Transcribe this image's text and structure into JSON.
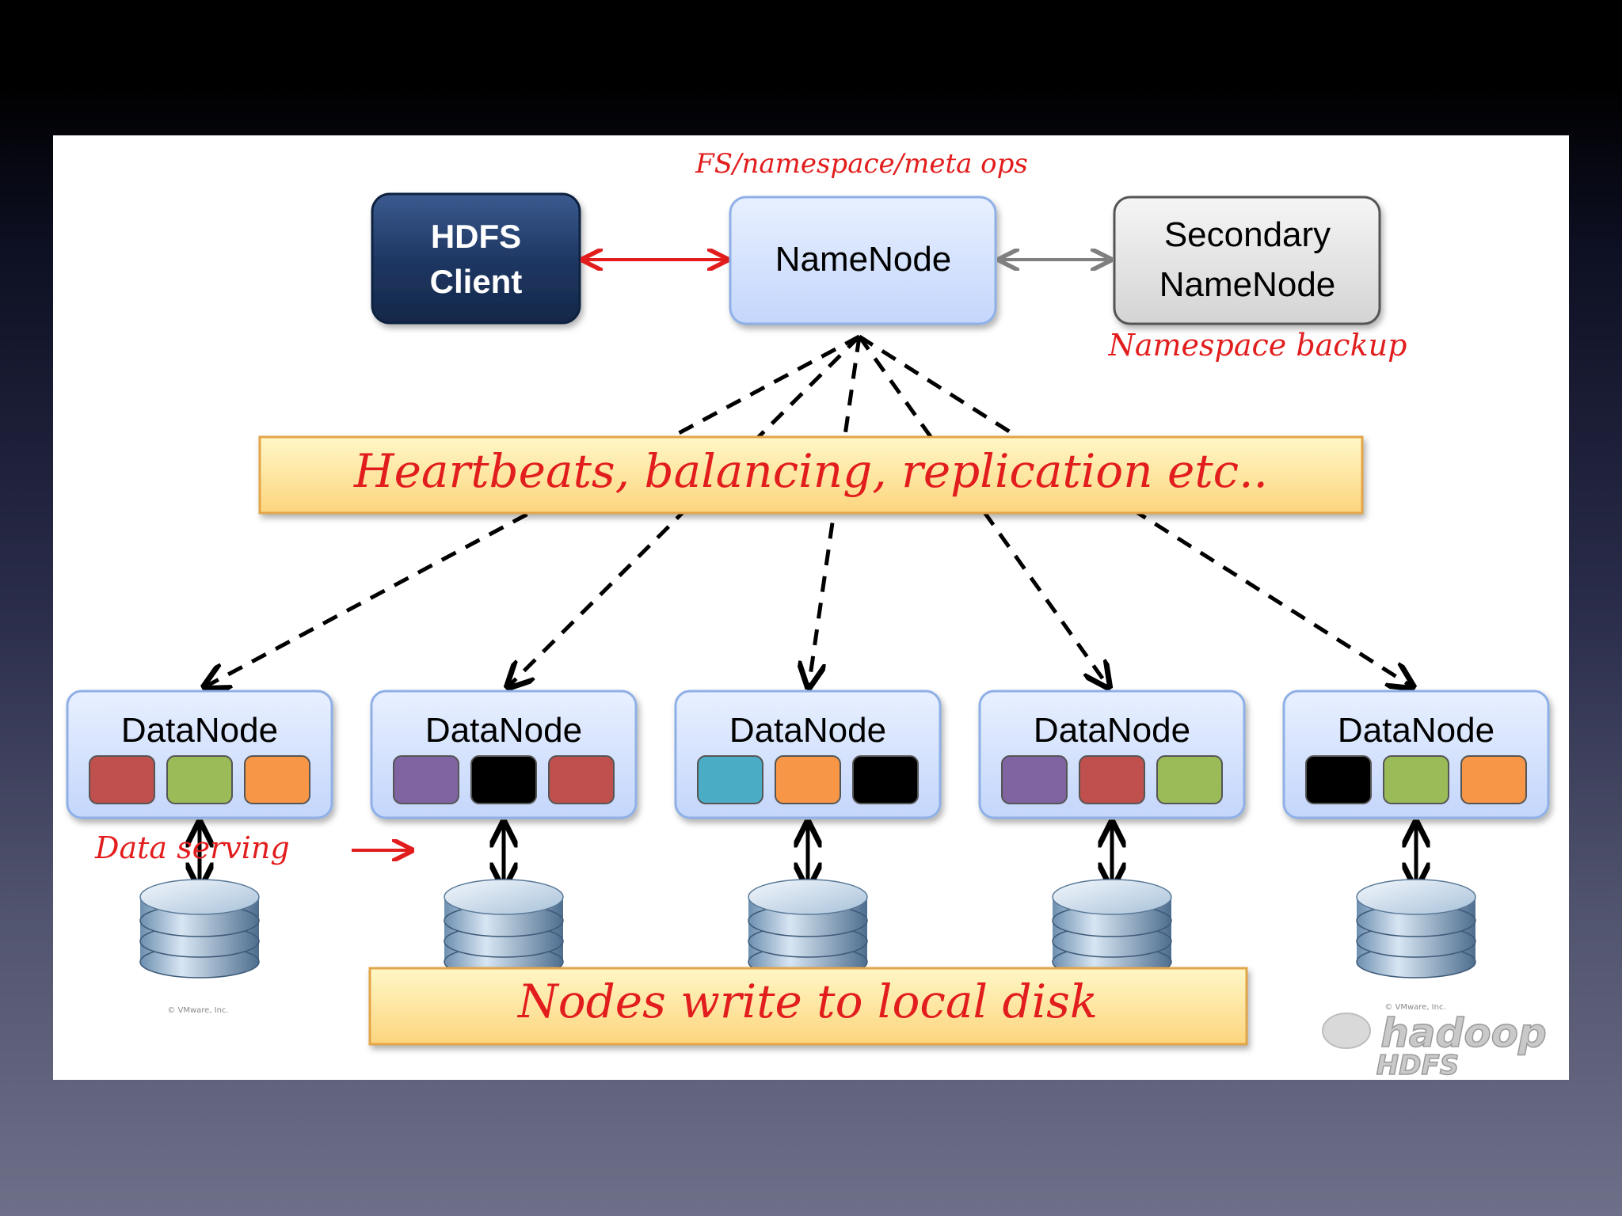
{
  "client": {
    "line1": "HDFS",
    "line2": "Client"
  },
  "namenode": {
    "label": "NameNode"
  },
  "secondary": {
    "line1": "Secondary",
    "line2": "NameNode"
  },
  "annotations": {
    "meta_ops": "FS/namespace/meta ops",
    "backup": "Namespace backup",
    "heartbeats": "Heartbeats, balancing, replication etc..",
    "data_serving": "Data serving",
    "local_disk": "Nodes write to local disk"
  },
  "datanodes": [
    {
      "label": "DataNode",
      "blocks": [
        "red",
        "green",
        "orange"
      ]
    },
    {
      "label": "DataNode",
      "blocks": [
        "purple",
        "black",
        "red"
      ]
    },
    {
      "label": "DataNode",
      "blocks": [
        "blue",
        "orange",
        "black"
      ]
    },
    {
      "label": "DataNode",
      "blocks": [
        "purple",
        "red",
        "green"
      ]
    },
    {
      "label": "DataNode",
      "blocks": [
        "black",
        "green",
        "orange"
      ]
    }
  ],
  "block_colors": {
    "red": "#c0504d",
    "green": "#9bbb59",
    "orange": "#f79646",
    "purple": "#8064a2",
    "black": "#000000",
    "blue": "#4bacc6"
  },
  "credits": {
    "vmware": "© VMware, Inc.",
    "logo_line1": "hadoop",
    "logo_line2": "HDFS"
  },
  "colors": {
    "annotation": "#e21d1d",
    "client_fill": "#1f3864",
    "banner_fill": "#fde68a"
  }
}
